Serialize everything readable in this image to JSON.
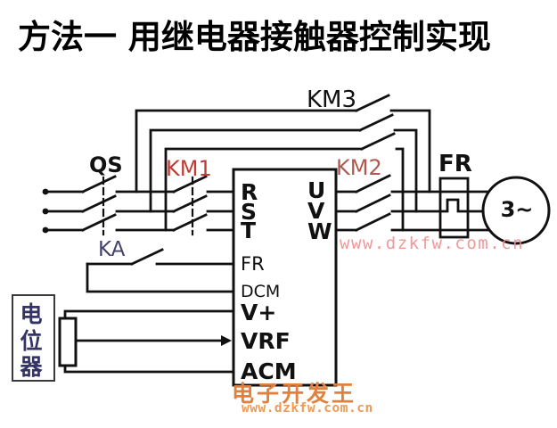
{
  "title": "方法一  用继电器接触器控制实现",
  "components": {
    "qs_label": "QS",
    "km1_label": "KM1",
    "km2_label": "KM2",
    "km3_label": "KM3",
    "ka_label": "KA",
    "fr_label": "FR",
    "motor_label": "3~",
    "potentiometer_label": "电位器"
  },
  "inverter": {
    "left_terminals": [
      "R",
      "S",
      "T",
      "FR",
      "DCM",
      "V+",
      "VRF",
      "ACM"
    ],
    "right_terminals": [
      "U",
      "V",
      "W"
    ]
  },
  "watermarks": {
    "center_url": "www.dzkfw.com.cn",
    "logo_text": "电子开发王",
    "logo_url": "www.dzkfw.com.cn"
  },
  "colors": {
    "line": "#111111",
    "km1_red": "#c13b35",
    "km2_red": "#b3584e",
    "ka_navy": "#43436b",
    "potentiometer_navy": "#333366",
    "watermark_pink": "#f28c8c",
    "logo_orange": "#e0813f"
  }
}
